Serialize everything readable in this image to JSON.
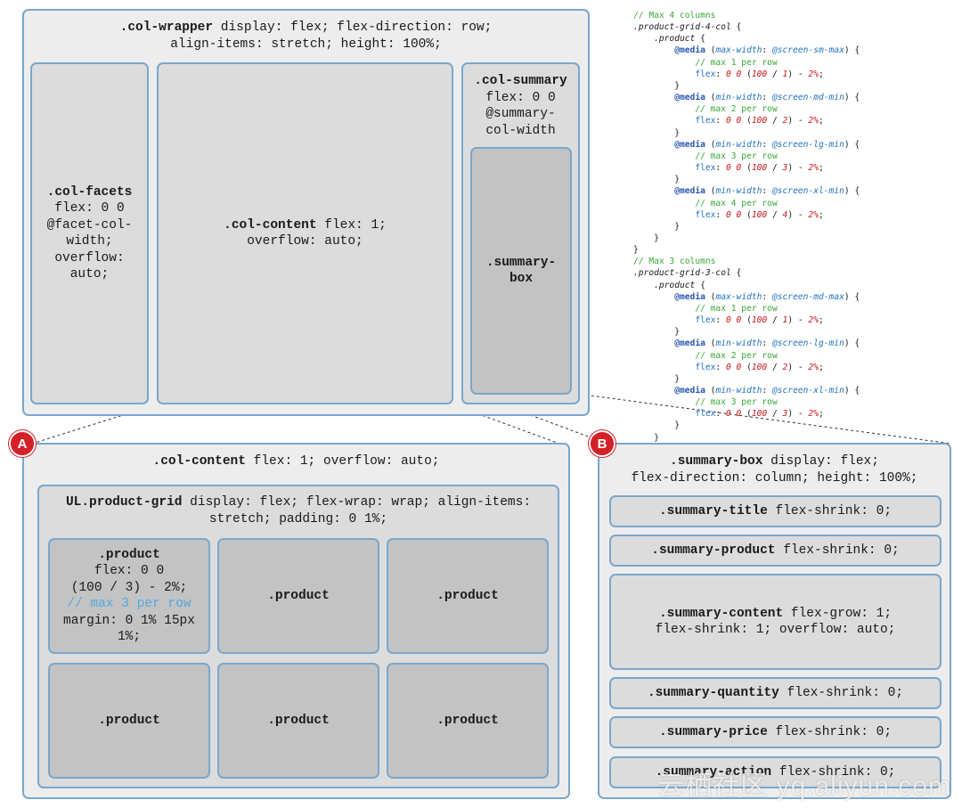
{
  "top": {
    "wrapper": {
      "selector": ".col-wrapper",
      "rules_line1": " display: flex; flex-direction: row;",
      "rules_line2": "align-items: stretch; height: 100%;"
    },
    "facets": {
      "selector": ".col-facets",
      "lines": [
        "flex: 0 0",
        "@facet-col-",
        "width;",
        "overflow:",
        "auto;"
      ]
    },
    "content": {
      "selector": ".col-content",
      "rules": " flex: 1;",
      "rules_line2": "overflow: auto;"
    },
    "summary": {
      "selector": ".col-summary",
      "lines": [
        "flex: 0 0",
        "@summary-",
        "col-width"
      ]
    },
    "summary_box": {
      "line1": ".summary-",
      "line2": "box"
    }
  },
  "panel_a": {
    "marker": "A",
    "title_selector": ".col-content",
    "title_rules": " flex: 1; overflow: auto;",
    "grid_selector": "UL.product-grid",
    "grid_rules_line1": " display: flex; flex-wrap: wrap; align-items:",
    "grid_rules_line2": "stretch; padding: 0 1%;",
    "first_product": {
      "selector": ".product",
      "line1": "flex: 0 0",
      "line2": "(100 / 3) - 2%;",
      "comment": "// max 3 per row",
      "line4": "margin: 0 1% 15px",
      "line5": "1%;"
    },
    "product_label": ".product"
  },
  "panel_b": {
    "marker": "B",
    "title_selector": ".summary-box",
    "title_rules_line1": " display: flex;",
    "title_rules_line2": "flex-direction: column; height: 100%;",
    "title": {
      "selector": ".summary-title",
      "rules": " flex-shrink: 0;"
    },
    "product": {
      "selector": ".summary-product",
      "rules": " flex-shrink: 0;"
    },
    "content": {
      "selector": ".summary-content",
      "rules_line1": " flex-grow: 1;",
      "rules_line2": "flex-shrink: 1; overflow: auto;"
    },
    "quantity": {
      "selector": ".summary-quantity",
      "rules": " flex-shrink: 0;"
    },
    "price": {
      "selector": ".summary-price",
      "rules": " flex-shrink: 0;"
    },
    "action": {
      "selector": ".summary-action",
      "rules": " flex-shrink: 0;"
    }
  },
  "code": {
    "c1": "// Max 4 columns",
    "sel1": ".product-grid-4-col",
    "c2": "// Max 3 columns",
    "sel2": ".product-grid-3-col",
    "product": ".product",
    "media": "@media",
    "max_w": "max-width",
    "min_w": "min-width",
    "sm_max": "@screen-sm-max",
    "md_min": "@screen-md-min",
    "md_max": "@screen-md-max",
    "lg_min": "@screen-lg-min",
    "xl_min": "@screen-xl-min",
    "flex": "flex",
    "c_1": "// max 1 per row",
    "c_2": "// max 2 per row",
    "c_3": "// max 3 per row",
    "c_4": "// max 4 per row"
  },
  "watermark": "云栖社区 yq.aliyun.com"
}
